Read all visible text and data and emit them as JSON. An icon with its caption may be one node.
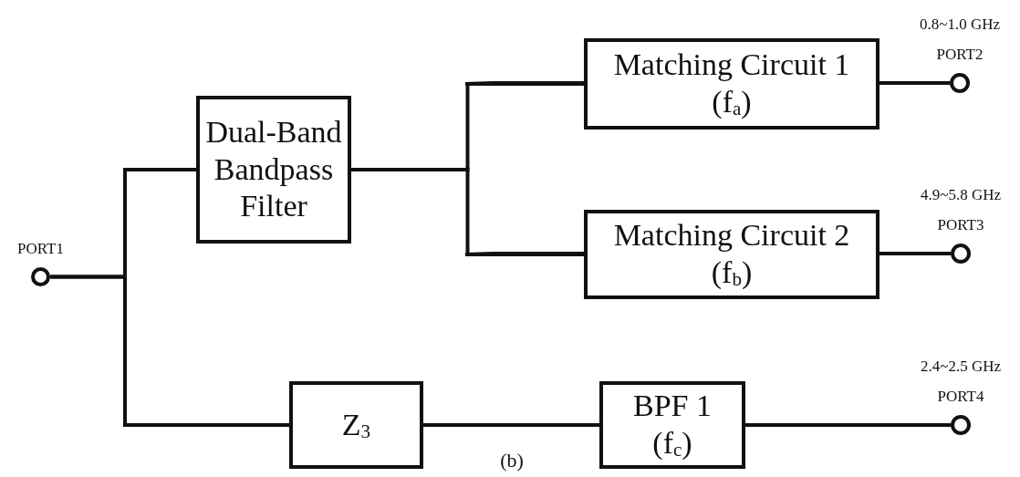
{
  "diagram": {
    "caption": "(b)",
    "nodes": [
      {
        "text": [],
        "shape": "circle",
        "beside": [
          "PORT1"
        ]
      },
      {
        "text": [
          "Dual-Band Bandpass Filter"
        ]
      },
      {
        "text": [
          "Matching Circuit 1",
          "(f$_{a}$)"
        ]
      },
      {
        "text": [
          "Matching Circuit 2",
          "(f$_{b}$)"
        ]
      },
      {
        "text": [
          "Z$_{3}$"
        ]
      },
      {
        "text": [
          "BPF 1",
          "(f$_{c}$)"
        ]
      },
      {
        "text": [],
        "shape": "circle",
        "beside": [
          "0.8~1.0 GHz",
          "PORT2"
        ]
      },
      {
        "text": [],
        "shape": "circle",
        "beside": [
          "4.9~5.8 GHz",
          "PORT3"
        ]
      },
      {
        "text": [],
        "shape": "circle",
        "beside": [
          "2.4~2.5 GHz",
          "PORT4"
        ]
      }
    ],
    "edges": [
      {
        "from": 0,
        "to": 1,
        "arrow": "none"
      },
      {
        "from": 0,
        "to": 4,
        "arrow": "none"
      },
      {
        "from": 1,
        "to": 2,
        "arrow": "none"
      },
      {
        "from": 1,
        "to": 3,
        "arrow": "none"
      },
      {
        "from": 2,
        "to": 6,
        "arrow": "none"
      },
      {
        "from": 3,
        "to": 7,
        "arrow": "none"
      },
      {
        "from": 4,
        "to": 5,
        "arrow": "none"
      },
      {
        "from": 5,
        "to": 8,
        "arrow": "none"
      }
    ]
  }
}
